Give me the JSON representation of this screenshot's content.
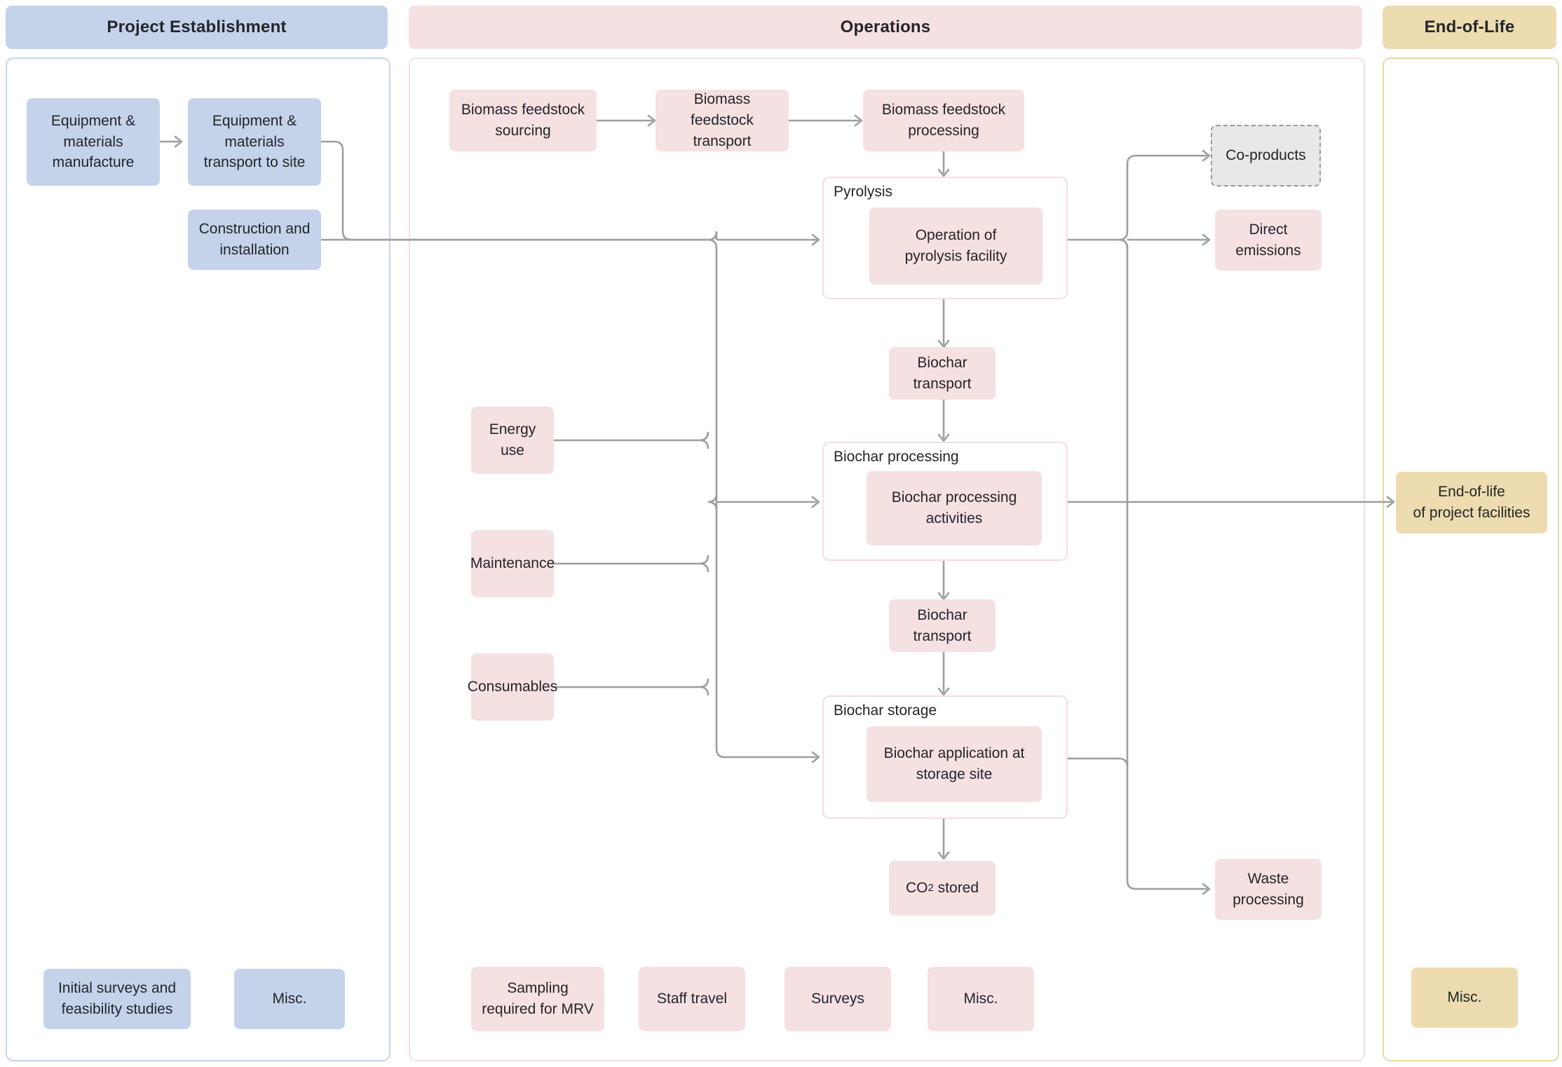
{
  "diagram": {
    "title": "Biochar project life-cycle system boundary flowchart",
    "colors": {
      "project_establishment": "#c5d3ea",
      "operations": "#f5e0e2",
      "end_of_life": "#ecdcaf",
      "excluded_node": "#e8e8e8",
      "connector": "#9e9e9e",
      "text": "#22252a"
    }
  },
  "columns": [
    {
      "id": "project-establishment",
      "header": "Project Establishment"
    },
    {
      "id": "operations",
      "header": "Operations"
    },
    {
      "id": "end-of-life",
      "header": "End-of-Life"
    }
  ],
  "project_establishment": {
    "header": "Project Establishment",
    "nodes": [
      {
        "id": "equipment-manufacture",
        "label": "Equipment &\nmaterials\nmanufacture"
      },
      {
        "id": "equipment-transport",
        "label": "Equipment &\nmaterials\ntransport to site"
      },
      {
        "id": "construction-installation",
        "label": "Construction and\ninstallation"
      },
      {
        "id": "initial-surveys",
        "label": "Initial surveys and\nfeasibility studies"
      },
      {
        "id": "misc-pe",
        "label": "Misc."
      }
    ]
  },
  "operations": {
    "header": "Operations",
    "nodes": [
      {
        "id": "biomass-sourcing",
        "label": "Biomass feedstock\nsourcing"
      },
      {
        "id": "biomass-transport",
        "label": "Biomass feedstock\ntransport"
      },
      {
        "id": "biomass-processing",
        "label": "Biomass feedstock\nprocessing"
      },
      {
        "id": "biochar-transport-1",
        "label": "Biochar\ntransport"
      },
      {
        "id": "biochar-transport-2",
        "label": "Biochar\ntransport"
      },
      {
        "id": "co2-stored",
        "label": "CO2 stored",
        "label_html": "CO<sub>2</sub> stored"
      },
      {
        "id": "co-products",
        "label": "Co-products",
        "style": "excluded-dashed"
      },
      {
        "id": "direct-emissions",
        "label": "Direct\nemissions"
      },
      {
        "id": "waste-processing",
        "label": "Waste\nprocessing"
      },
      {
        "id": "energy-use",
        "label": "Energy use"
      },
      {
        "id": "maintenance",
        "label": "Maintenance"
      },
      {
        "id": "consumables",
        "label": "Consumables"
      },
      {
        "id": "sampling-mrv",
        "label": "Sampling\nrequired for MRV"
      },
      {
        "id": "staff-travel",
        "label": "Staff travel"
      },
      {
        "id": "surveys",
        "label": "Surveys"
      },
      {
        "id": "misc-op",
        "label": "Misc."
      }
    ],
    "groups": [
      {
        "id": "pyrolysis",
        "label": "Pyrolysis",
        "child_label": "Operation of\npyrolysis facility"
      },
      {
        "id": "biochar-processing",
        "label": "Biochar processing",
        "child_label": "Biochar processing\nactivities"
      },
      {
        "id": "biochar-storage",
        "label": "Biochar storage",
        "child_label": "Biochar application at\nstorage site"
      }
    ]
  },
  "end_of_life": {
    "header": "End-of-Life",
    "nodes": [
      {
        "id": "eol-facilities",
        "label": "End-of-life\nof project facilities"
      },
      {
        "id": "misc-eol",
        "label": "Misc."
      }
    ]
  },
  "edges": [
    {
      "from": "equipment-manufacture",
      "to": "equipment-transport"
    },
    {
      "from": "equipment-transport",
      "to": "pyrolysis-bus"
    },
    {
      "from": "construction-installation",
      "to": "pyrolysis-bus"
    },
    {
      "from": "biomass-sourcing",
      "to": "biomass-transport"
    },
    {
      "from": "biomass-transport",
      "to": "biomass-processing"
    },
    {
      "from": "biomass-processing",
      "to": "pyrolysis"
    },
    {
      "from": "pyrolysis",
      "to": "biochar-transport-1"
    },
    {
      "from": "biochar-transport-1",
      "to": "biochar-processing"
    },
    {
      "from": "biochar-processing",
      "to": "biochar-transport-2"
    },
    {
      "from": "biochar-transport-2",
      "to": "biochar-storage"
    },
    {
      "from": "biochar-storage",
      "to": "co2-stored"
    },
    {
      "from": "pyrolysis",
      "to": "co-products"
    },
    {
      "from": "pyrolysis",
      "to": "direct-emissions"
    },
    {
      "from": "pyrolysis",
      "to": "waste-processing"
    },
    {
      "from": "biochar-storage",
      "to": "waste-processing"
    },
    {
      "from": "biochar-processing",
      "to": "eol-facilities"
    },
    {
      "from": "energy-use",
      "to": "process-bus"
    },
    {
      "from": "maintenance",
      "to": "process-bus"
    },
    {
      "from": "consumables",
      "to": "process-bus"
    },
    {
      "from": "process-bus",
      "to": "pyrolysis"
    },
    {
      "from": "process-bus",
      "to": "biochar-processing"
    },
    {
      "from": "process-bus",
      "to": "biochar-storage"
    }
  ]
}
